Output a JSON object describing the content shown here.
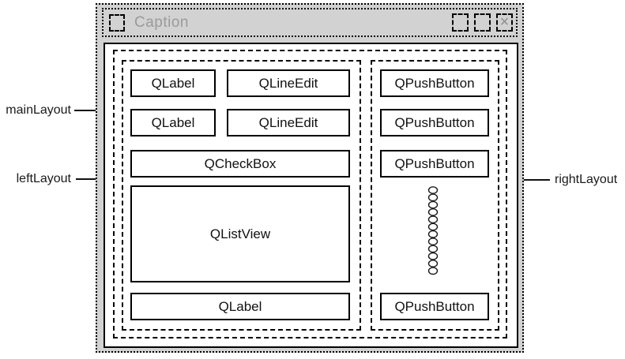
{
  "window": {
    "caption": "Caption",
    "close_glyph": "×"
  },
  "annotations": {
    "main_layout": "mainLayout",
    "left_layout": "leftLayout",
    "right_layout": "rightLayout"
  },
  "left_column": {
    "row1": {
      "label": "QLabel",
      "edit": "QLineEdit"
    },
    "row2": {
      "label": "QLabel",
      "edit": "QLineEdit"
    },
    "checkbox": "QCheckBox",
    "listview": "QListView",
    "bottom_label": "QLabel"
  },
  "right_column": {
    "button1": "QPushButton",
    "button2": "QPushButton",
    "button3": "QPushButton",
    "button4": "QPushButton",
    "spacer": "vertical-spring-spacer"
  },
  "colors": {
    "window_gray": "#d2d2d2",
    "caption_text_gray": "#9a9a9a",
    "close_glyph_gray": "#8d8d8d",
    "border_black": "#000000",
    "widget_fill_white": "#ffffff"
  }
}
